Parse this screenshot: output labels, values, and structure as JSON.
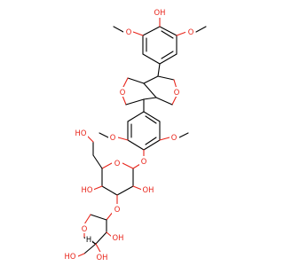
{
  "colors": {
    "background": "#ffffff",
    "bond": "#000000",
    "oxygen": "#e8251b"
  },
  "atom_labels": {
    "top_oh": "OH",
    "methoxy_o": "O",
    "ring_o": "O",
    "linker_o": "O",
    "sugar_o": "O",
    "ch2oh": "HO",
    "sugar_oh_left": "HO",
    "sugar_oh_right": "OH",
    "glycosidic_o": "O",
    "apiose_ring_o": "O",
    "apiose_ch2oh": "HO",
    "apiose_oh_3": "OH",
    "apiose_oh_4": "OH",
    "apiose_h": "H"
  }
}
